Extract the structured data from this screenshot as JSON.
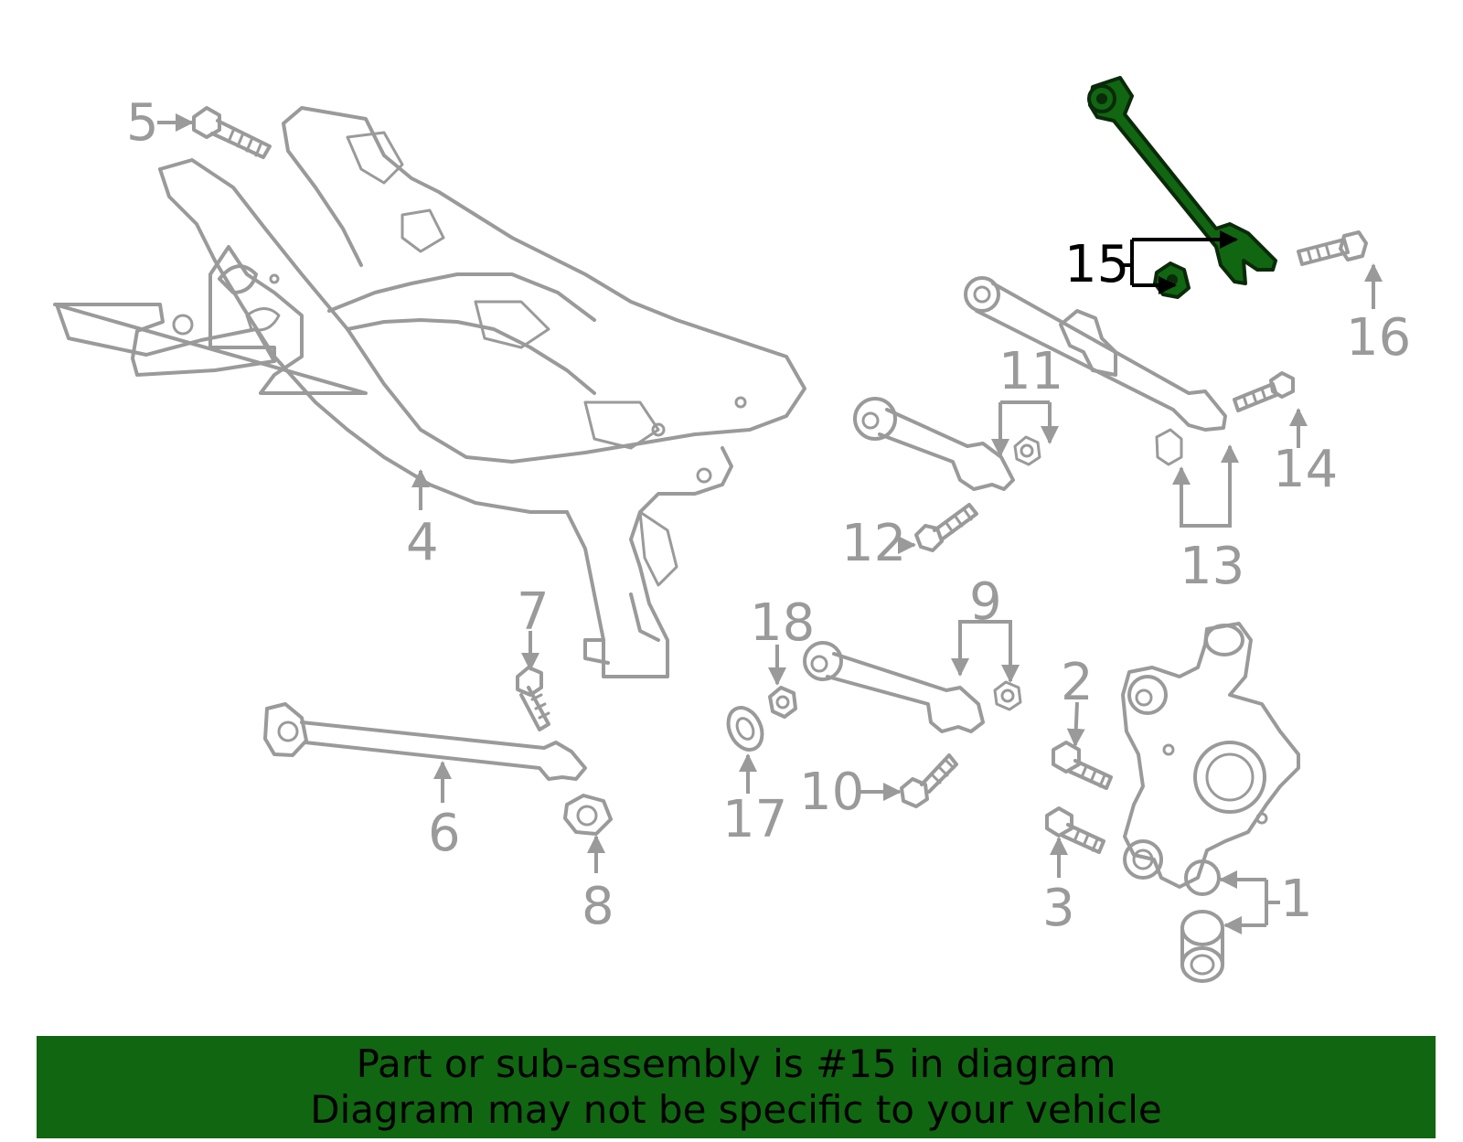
{
  "callouts": {
    "c1": "1",
    "c2": "2",
    "c3": "3",
    "c4": "4",
    "c5": "5",
    "c6": "6",
    "c7": "7",
    "c8": "8",
    "c9": "9",
    "c10": "10",
    "c11": "11",
    "c12": "12",
    "c13": "13",
    "c14": "14",
    "c15": "15",
    "c16": "16",
    "c17": "17",
    "c18": "18"
  },
  "highlighted_part": "15",
  "colors": {
    "highlight": "#116611",
    "outline": "#9a9a9a",
    "banner_bg": "#116611",
    "banner_text": "#000000"
  },
  "banner": {
    "line1": "Part or sub-assembly is #15 in diagram",
    "line2": "Diagram may not be specific to your vehicle"
  }
}
